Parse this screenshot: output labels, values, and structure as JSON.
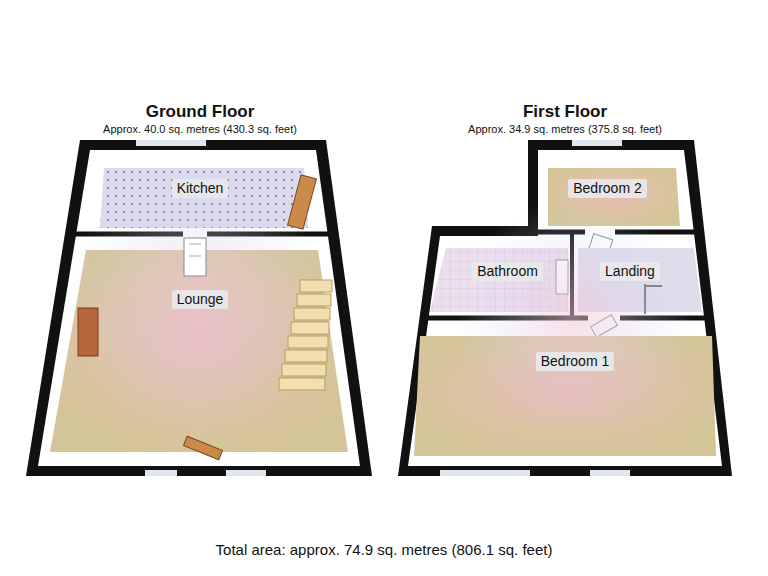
{
  "diagram": {
    "caption": "Total area: approx. 74.9 sq. metres (806.1 sq. feet)",
    "nodes": [
      {
        "text": [
          "Ground Floor",
          "Approx. 40.0 sq. metres (430.3 sq. feet)"
        ]
      },
      {
        "text": [
          "Kitchen"
        ],
        "in": 0
      },
      {
        "text": [
          "Lounge"
        ],
        "in": 0
      },
      {
        "text": [
          "First Floor",
          "Approx. 34.9 sq. metres (375.8 sq. feet)"
        ]
      },
      {
        "text": [
          "Bedroom 2"
        ],
        "in": 3
      },
      {
        "text": [
          "Bathroom"
        ],
        "in": 3
      },
      {
        "text": [
          "Landing"
        ],
        "in": 3
      },
      {
        "text": [
          "Bedroom 1"
        ],
        "in": 3
      }
    ]
  }
}
